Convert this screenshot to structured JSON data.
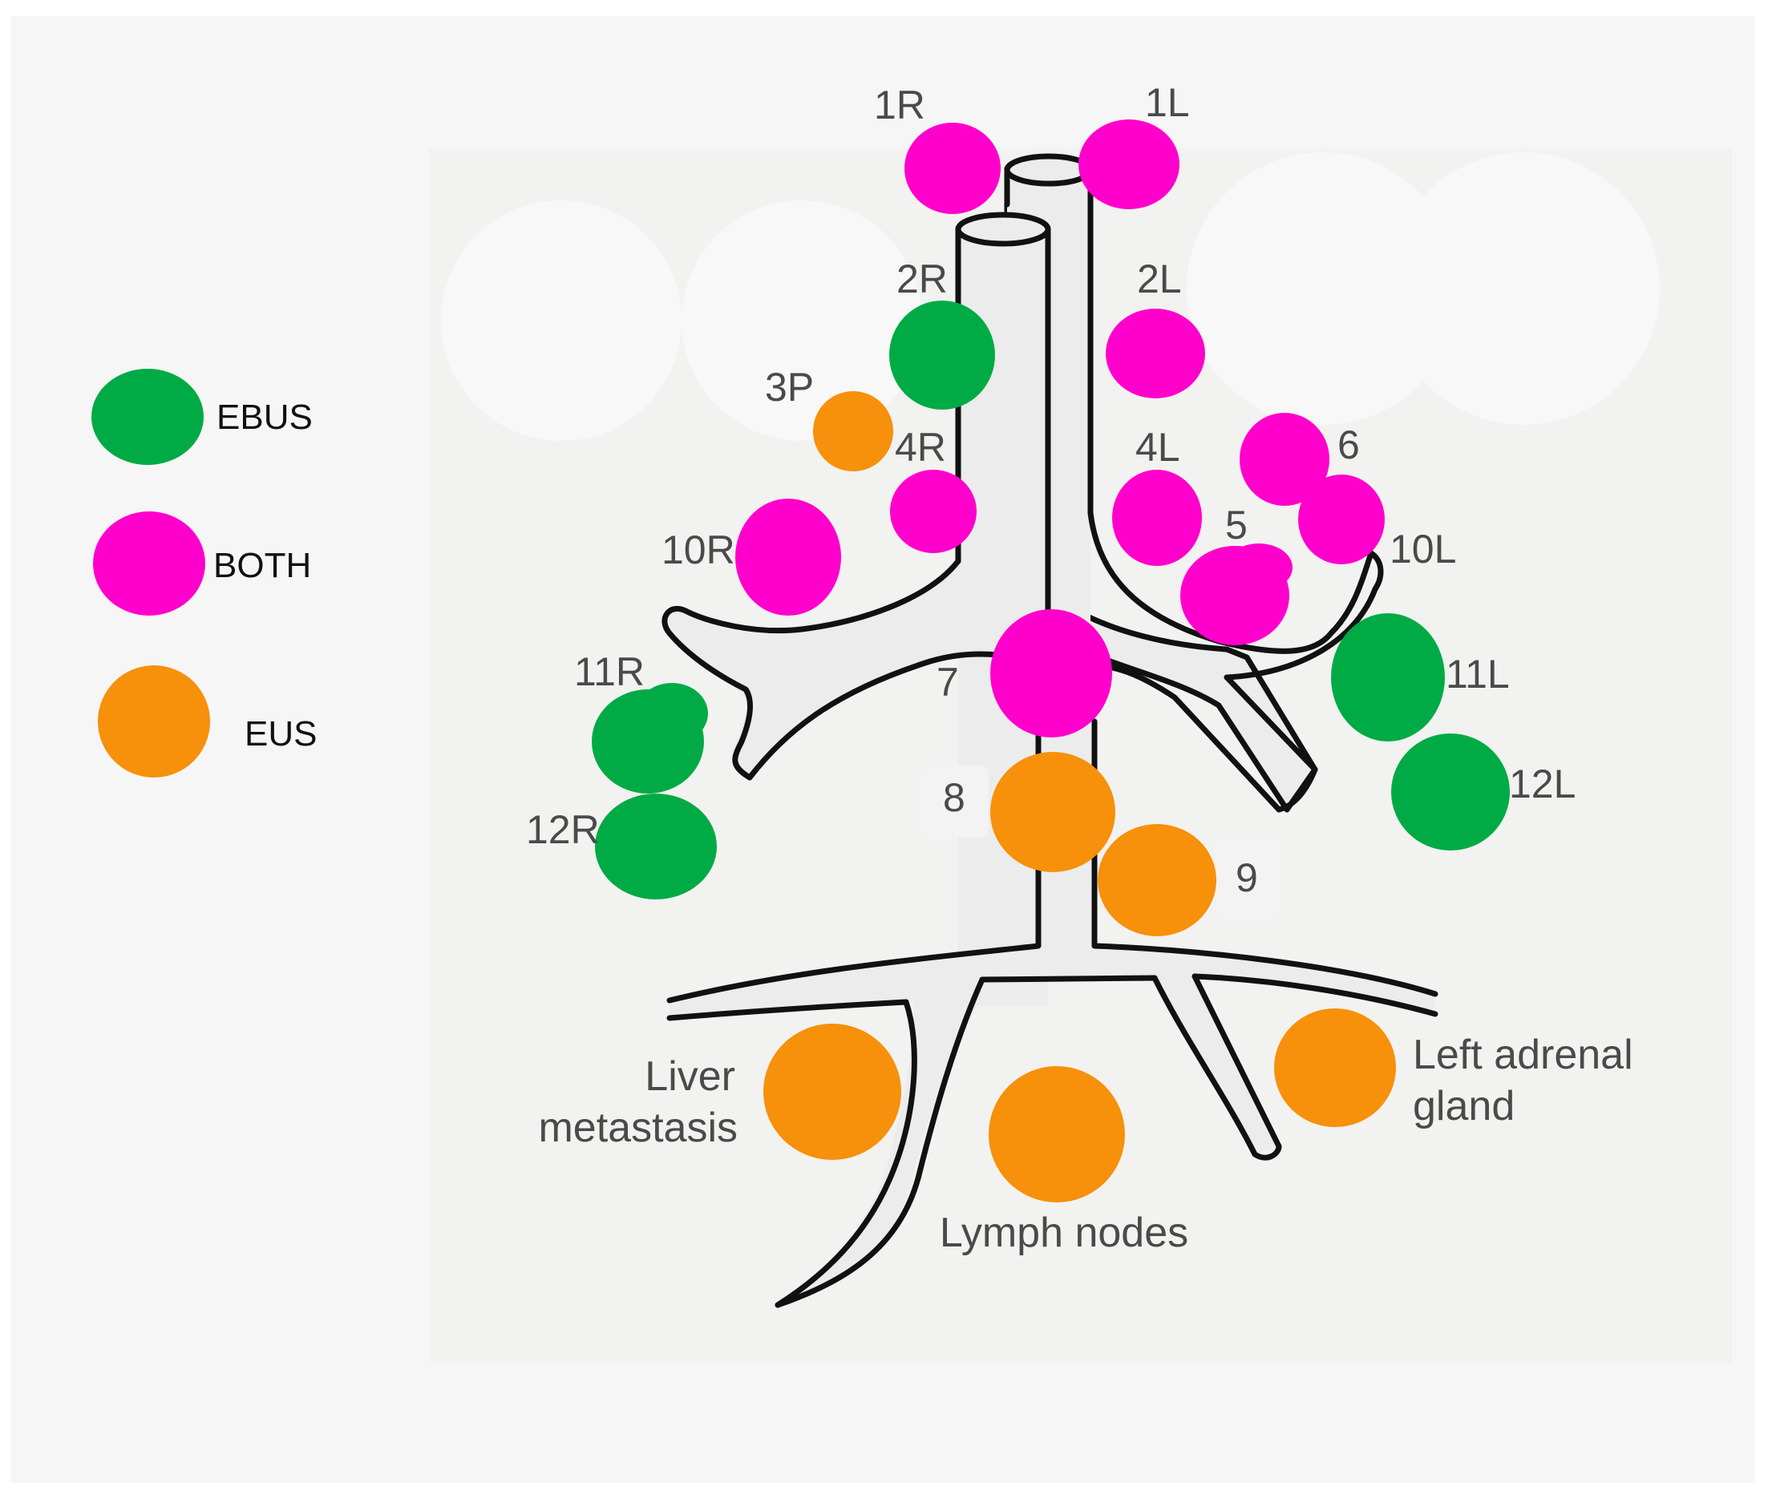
{
  "colors": {
    "ebus": "#00ab45",
    "both": "#ff00cc",
    "eus": "#f7900a",
    "airway_fill": "#ececec",
    "outline": "#111111",
    "label": "#4a4a4a",
    "panel": "#f5f5f4"
  },
  "legend": [
    {
      "key": "ebus",
      "label": "EBUS"
    },
    {
      "key": "both",
      "label": "BOTH"
    },
    {
      "key": "eus",
      "label": "EUS"
    }
  ],
  "stations": [
    {
      "id": "1R",
      "label": "1R",
      "type": "both"
    },
    {
      "id": "1L",
      "label": "1L",
      "type": "both"
    },
    {
      "id": "2R",
      "label": "2R",
      "type": "ebus"
    },
    {
      "id": "2L",
      "label": "2L",
      "type": "both"
    },
    {
      "id": "3P",
      "label": "3P",
      "type": "eus"
    },
    {
      "id": "4R",
      "label": "4R",
      "type": "both"
    },
    {
      "id": "4L",
      "label": "4L",
      "type": "both"
    },
    {
      "id": "5",
      "label": "5",
      "type": "both"
    },
    {
      "id": "6",
      "label": "6",
      "type": "both"
    },
    {
      "id": "7",
      "label": "7",
      "type": "both"
    },
    {
      "id": "8",
      "label": "8",
      "type": "eus"
    },
    {
      "id": "9",
      "label": "9",
      "type": "eus"
    },
    {
      "id": "10R",
      "label": "10R",
      "type": "both"
    },
    {
      "id": "10L",
      "label": "10L",
      "type": "both"
    },
    {
      "id": "11R",
      "label": "11R",
      "type": "ebus"
    },
    {
      "id": "11L",
      "label": "11L",
      "type": "ebus"
    },
    {
      "id": "12R",
      "label": "12R",
      "type": "ebus"
    },
    {
      "id": "12L",
      "label": "12L",
      "type": "ebus"
    }
  ],
  "abdominal_targets": [
    {
      "id": "liver",
      "label_lines": [
        "Liver",
        "metastasis"
      ],
      "type": "eus"
    },
    {
      "id": "lymph",
      "label_lines": [
        "Lymph nodes"
      ],
      "type": "eus"
    },
    {
      "id": "adrenal",
      "label_lines": [
        "Left adrenal",
        "gland"
      ],
      "type": "eus"
    }
  ]
}
